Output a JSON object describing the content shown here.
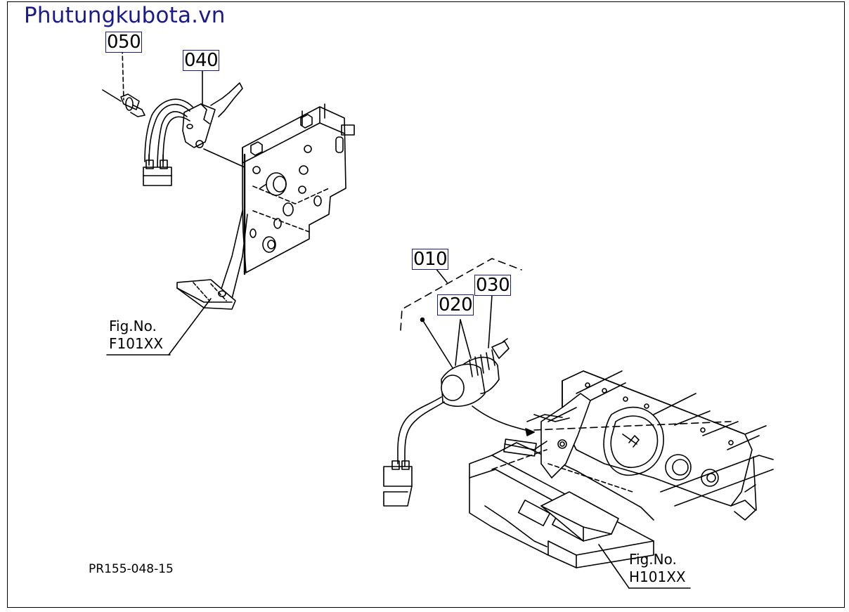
{
  "brand": "Phutungkubota.vn",
  "callouts": {
    "p050": "050",
    "p040": "040",
    "p010": "010",
    "p030": "030",
    "p020": "020"
  },
  "fig_refs": {
    "top": {
      "line1": "Fig.No.",
      "line2": "F101XX"
    },
    "bottom": {
      "line1": "Fig.No.",
      "line2": "H101XX"
    }
  },
  "drawing_code": "PR155-048-15",
  "colors": {
    "brand": "#1a1a8c",
    "callout_border": "#1a1a8c",
    "line": "#000000"
  }
}
